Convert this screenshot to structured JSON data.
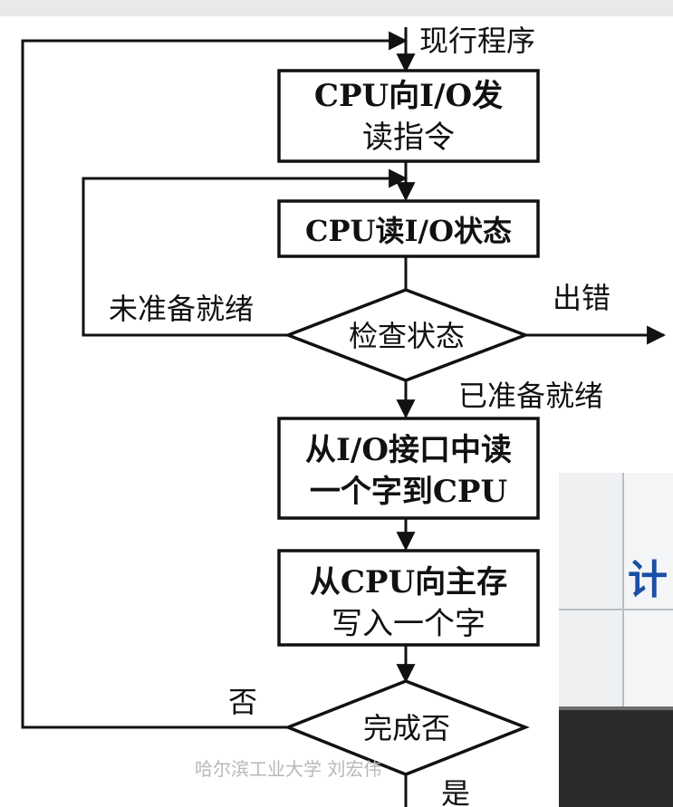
{
  "nodes": {
    "start": "现行程序",
    "send_read_cmd": [
      "CPU向I/O发",
      "读指令"
    ],
    "read_status": "CPU读I/O状态",
    "check_status": "检查状态",
    "read_word": [
      "从I/O接口中读",
      "一个字到CPU"
    ],
    "write_memory": [
      "从CPU向主存",
      "写入一个字"
    ],
    "done_check": "完成否"
  },
  "edges": {
    "not_ready": "未准备就绪",
    "error": "出错",
    "ready": "已准备就绪",
    "no": "否",
    "yes": "是"
  },
  "watermark": "哈尔滨工业大学 刘宏伟",
  "video_inset": {
    "sign_text": "计"
  },
  "colors": {
    "line": "#111111",
    "sign": "#1c4fa6"
  }
}
